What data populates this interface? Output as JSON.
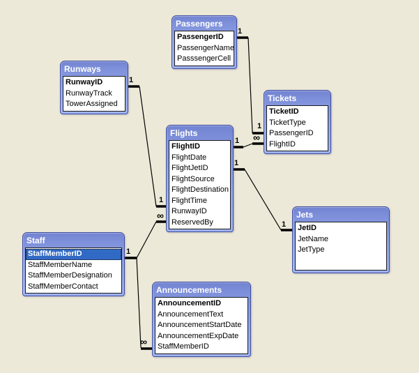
{
  "canvas": {
    "background": "#ece9d8",
    "selection_color": "#316ac5"
  },
  "tables": [
    {
      "name": "Passengers",
      "fields": [
        {
          "label": "PassengerID",
          "pk": true
        },
        {
          "label": "PassengerName"
        },
        {
          "label": "PasssengerCell"
        }
      ]
    },
    {
      "name": "Runways",
      "fields": [
        {
          "label": "RunwayID",
          "pk": true
        },
        {
          "label": "RunwayTrack"
        },
        {
          "label": "TowerAssigned"
        }
      ]
    },
    {
      "name": "Tickets",
      "fields": [
        {
          "label": "TicketID",
          "pk": true
        },
        {
          "label": "TicketType"
        },
        {
          "label": "PassengerID"
        },
        {
          "label": "FlightID"
        }
      ]
    },
    {
      "name": "Flights",
      "fields": [
        {
          "label": "FlightID",
          "pk": true
        },
        {
          "label": "FlightDate"
        },
        {
          "label": "FlightJetID"
        },
        {
          "label": "FlightSource"
        },
        {
          "label": "FlightDestination"
        },
        {
          "label": "FlightTime"
        },
        {
          "label": "RunwayID"
        },
        {
          "label": "ReservedBy"
        }
      ]
    },
    {
      "name": "Jets",
      "fields": [
        {
          "label": "JetID",
          "pk": true
        },
        {
          "label": "JetName"
        },
        {
          "label": "JetType"
        }
      ]
    },
    {
      "name": "Staff",
      "fields": [
        {
          "label": "StaffMemberID",
          "pk": true,
          "selected": true
        },
        {
          "label": "StaffMemberName"
        },
        {
          "label": "StaffMemberDesignation"
        },
        {
          "label": "StaffMemberContact"
        }
      ]
    },
    {
      "name": "Announcements",
      "fields": [
        {
          "label": "AnnouncementID",
          "pk": true
        },
        {
          "label": "AnnouncementText"
        },
        {
          "label": "AnnouncementStartDate"
        },
        {
          "label": "AnnouncementExpDate"
        },
        {
          "label": "StaffMemberID"
        }
      ]
    }
  ],
  "relationships": [
    {
      "from": "Runways",
      "from_field": "RunwayID",
      "to": "Flights",
      "to_field": "RunwayID",
      "from_label": "1",
      "to_label": "1"
    },
    {
      "from": "Staff",
      "from_field": "StaffMemberID",
      "to": "Flights",
      "to_field": "ReservedBy",
      "from_label": "1",
      "to_label": "∞"
    },
    {
      "from": "Staff",
      "from_field": "StaffMemberID",
      "to": "Announcements",
      "to_field": "StaffMemberID",
      "from_label": "1",
      "to_label": "∞"
    },
    {
      "from": "Passengers",
      "from_field": "PassengerID",
      "to": "Tickets",
      "to_field": "PassengerID",
      "from_label": "1",
      "to_label": "1"
    },
    {
      "from": "Flights",
      "from_field": "FlightID",
      "to": "Tickets",
      "to_field": "FlightID",
      "from_label": "1",
      "to_label": "∞"
    },
    {
      "from": "Flights",
      "from_field": "FlightJetID",
      "to": "Jets",
      "to_field": "JetID",
      "from_label": "1",
      "to_label": "1"
    }
  ]
}
